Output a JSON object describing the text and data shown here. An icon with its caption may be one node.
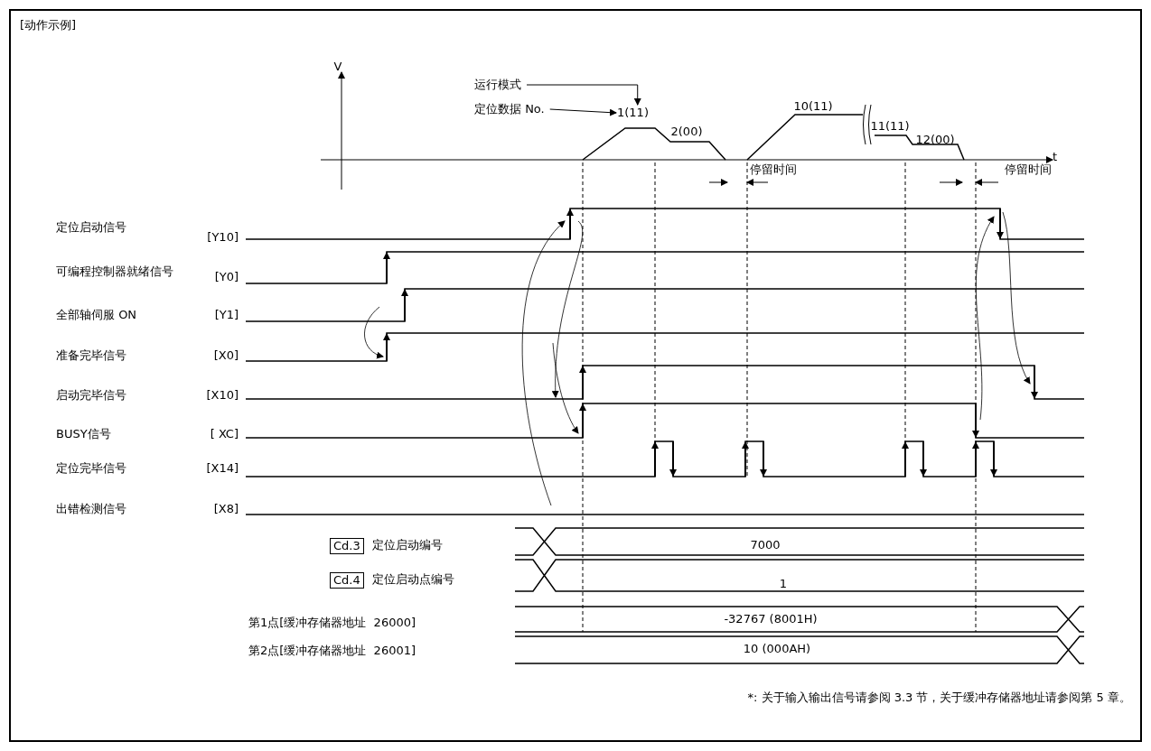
{
  "diagram": {
    "title": "[动作示例]",
    "caption": "*: 关于输入输出信号请参阅 3.3 节，关于缓冲存储器地址请参阅第 5 章。",
    "nodes": [
      {
        "text": [
          "运行模式"
        ]
      },
      {
        "text": [
          "定位数据 No."
        ]
      },
      {
        "text": [
          "Cd.3"
        ]
      },
      {
        "text": [
          "Cd.4"
        ]
      },
      {
        "text": [
          "1(11)"
        ]
      }
    ],
    "edges": [
      {
        "from": 0,
        "to": 4,
        "arrow": "to"
      },
      {
        "from": 1,
        "to": 4,
        "arrow": "to"
      }
    ],
    "labels": [
      "V",
      "10(11)",
      "11(11)",
      "2(00)",
      "12(00)",
      "t",
      "停留时间",
      "停留时间",
      "定位启动信号",
      "[Y10]",
      "可编程控制器就绪信号",
      "[Y0]",
      "全部轴伺服 ON",
      "[Y1]",
      "准备完毕信号",
      "[X0]",
      "启动完毕信号",
      "[X10]",
      "BUSY信号",
      "[ XC]",
      "定位完毕信号",
      "[X14]",
      "出错检测信号",
      "[X8]",
      "定位启动编号",
      "7000",
      "定位启动点编号",
      "1",
      "第1点[缓冲存储器地址  26000]",
      "-32767 (8001H)",
      "第2点[缓冲存储器地址  26001]",
      "10 (000AH)"
    ]
  }
}
